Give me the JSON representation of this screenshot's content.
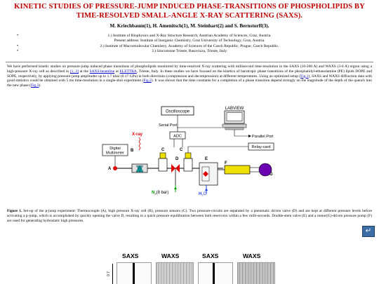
{
  "header": {
    "title": "KINETIC STUDIES OF PRESSURE-JUMP INDUCED PHASE-TRANSITIONS OF PHOSPHOLIPIDS BY TIME-RESOLVED SMALL-ANGLE X-RAY SCATTERING (SAXS).",
    "authors": "M. Kriechbaum(1), H. Amenitsch(1), M. Steinhart(2) and S. Bernstorff(3)."
  },
  "affiliations": [
    "1.) Institute of Biophysics and X-Ray Structure Research, Austrian Academy of Sciences, Graz, Austria.",
    "Present address: Institute of Inorganic Chemistry, Graz University of Technology, Graz, Austria.",
    "2.) Institute of Macromolecular Chemistry, Academy of Sciences of the Czech Republic, Prague, Czech Republic.",
    "3.) Sincrotrone Trieste, Basovizza, Trieste, Italy."
  ],
  "bullet": "•",
  "abstract": {
    "p1": "We have performed kinetic studies on pressure-jump induced phase transitions of phospholipids monitored by time-resolved X-ray scattering with millisecond time-resolution in the SAXS (10-200 A) and WAXS (3-6 A) region using a high-pressure X-ray cell as described in ",
    "ref": "[1, 2]",
    "p2": " at the ",
    "beamline": "SAXS-beamline",
    "p3": " at ",
    "elettra": "ELETTRA",
    "p4": ", Trieste, Italy. In these studies we have focused on the kinetics of barotropic phase transitions of the phosphatidyl-ethanolamine (PE) lipids DOPE and SOPE, respectively, by applying pressure-jump amplitudes up to 1.7 kbar (0.17 GPa) in both directions (compression and decompression) at different temperatures. Using an optimized setup (",
    "fig1": "Fig.1",
    "p5": "), SAXS and WAXS diffraction data with good statistics could be obtained with 5 ms time-resolution in a single-shot experiment (",
    "fig2": "Fig.2",
    "p6": "). It was shown that the time constants for a completion of a phase transition depend strongly on the magnitude of the depth of the quench into the new phase (",
    "fig3": "Fig.3",
    "p7": ")."
  },
  "figure1": {
    "oscilloscope": "Oscilloscope",
    "labview": "LABVIEW",
    "serial_port": "Serial Port",
    "parallel_port": "Parallel Port",
    "adc": "ADC",
    "relay_card": "Relay-card",
    "xray": "X-ray",
    "digital": "Digital",
    "multimeter": "Multimeter",
    "label_a": "A",
    "label_b": "B",
    "label_c": "C",
    "label_d": "D",
    "label_e": "E",
    "label_f": "F",
    "label_g": "G",
    "n2": "N",
    "n2_sub": "2",
    "n2_rest": "(8 bar)",
    "h2o": "H",
    "h2o_sub": "2",
    "h2o_rest": "O",
    "colors": {
      "red": "#dd0000",
      "cyan": "#00b0b0",
      "yellow": "#f0e000",
      "purple": "#6a00b0",
      "blue": "#2040e0",
      "green": "#00a000"
    }
  },
  "caption": {
    "label": "Figure 1.",
    "text": " Set-up of the p-jump experiment: Thermocouple (A), high pressure X-ray cell (B), pressure sensors (C). Two pressure-circuits are separated by a pneumatic driven valve (D) and are kept at different pressure levels before activating a p-jump, which is accomplished by quickly opening the valve D, resulting in a quick pressure equilibration between both reservoirs within a few milli-seconds. Double-stem valve (E) and a motor(G)-driven pressure pump (F) are used for generating hydrostatic high pressures."
  },
  "back_button": {
    "icon": "return-arrow-icon",
    "glyph": "↵"
  },
  "figure2": {
    "labels": [
      "SAXS",
      "WAXS",
      "SAXS",
      "WAXS"
    ],
    "axis_tick": "0.7"
  }
}
